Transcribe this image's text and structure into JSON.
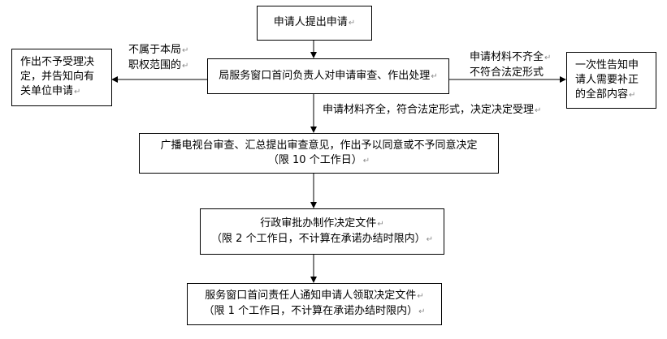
{
  "return_mark": "↵",
  "boxes": {
    "apply": {
      "line1": "申请人提出申请"
    },
    "review": {
      "line1": "局服务窗口首问负责人对申请审查、作出处理"
    },
    "reject": {
      "line1": "作出不予受理决",
      "line2": "定，并告知向有",
      "line3": "关单位申请"
    },
    "supplement": {
      "line1": "一次性告知申",
      "line2": "请人需要补正",
      "line3": "的全部内容"
    },
    "station": {
      "line1": "广播电视台审查、汇总提出审查意见，作出予以同意或不予同意决定",
      "line2": "（限 10 个工作日）"
    },
    "approval": {
      "line1": "行政审批办制作决定文件",
      "line2": "（限 2 个工作日，不计算在承诺办结时限内）"
    },
    "notify": {
      "line1": "服务窗口首问责任人通知申请人领取决定文件",
      "line2": "（限 1 个工作日，不计算在承诺办结时限内）"
    }
  },
  "labels": {
    "not_in_scope": {
      "line1": "不属于本局",
      "line2": "职权范围的"
    },
    "incomplete": {
      "line1": "申请材料不齐全",
      "line2": "不符合法定形式"
    },
    "complete": {
      "line1": "申请材料齐全，符合法定形式，决定决定受理"
    }
  }
}
